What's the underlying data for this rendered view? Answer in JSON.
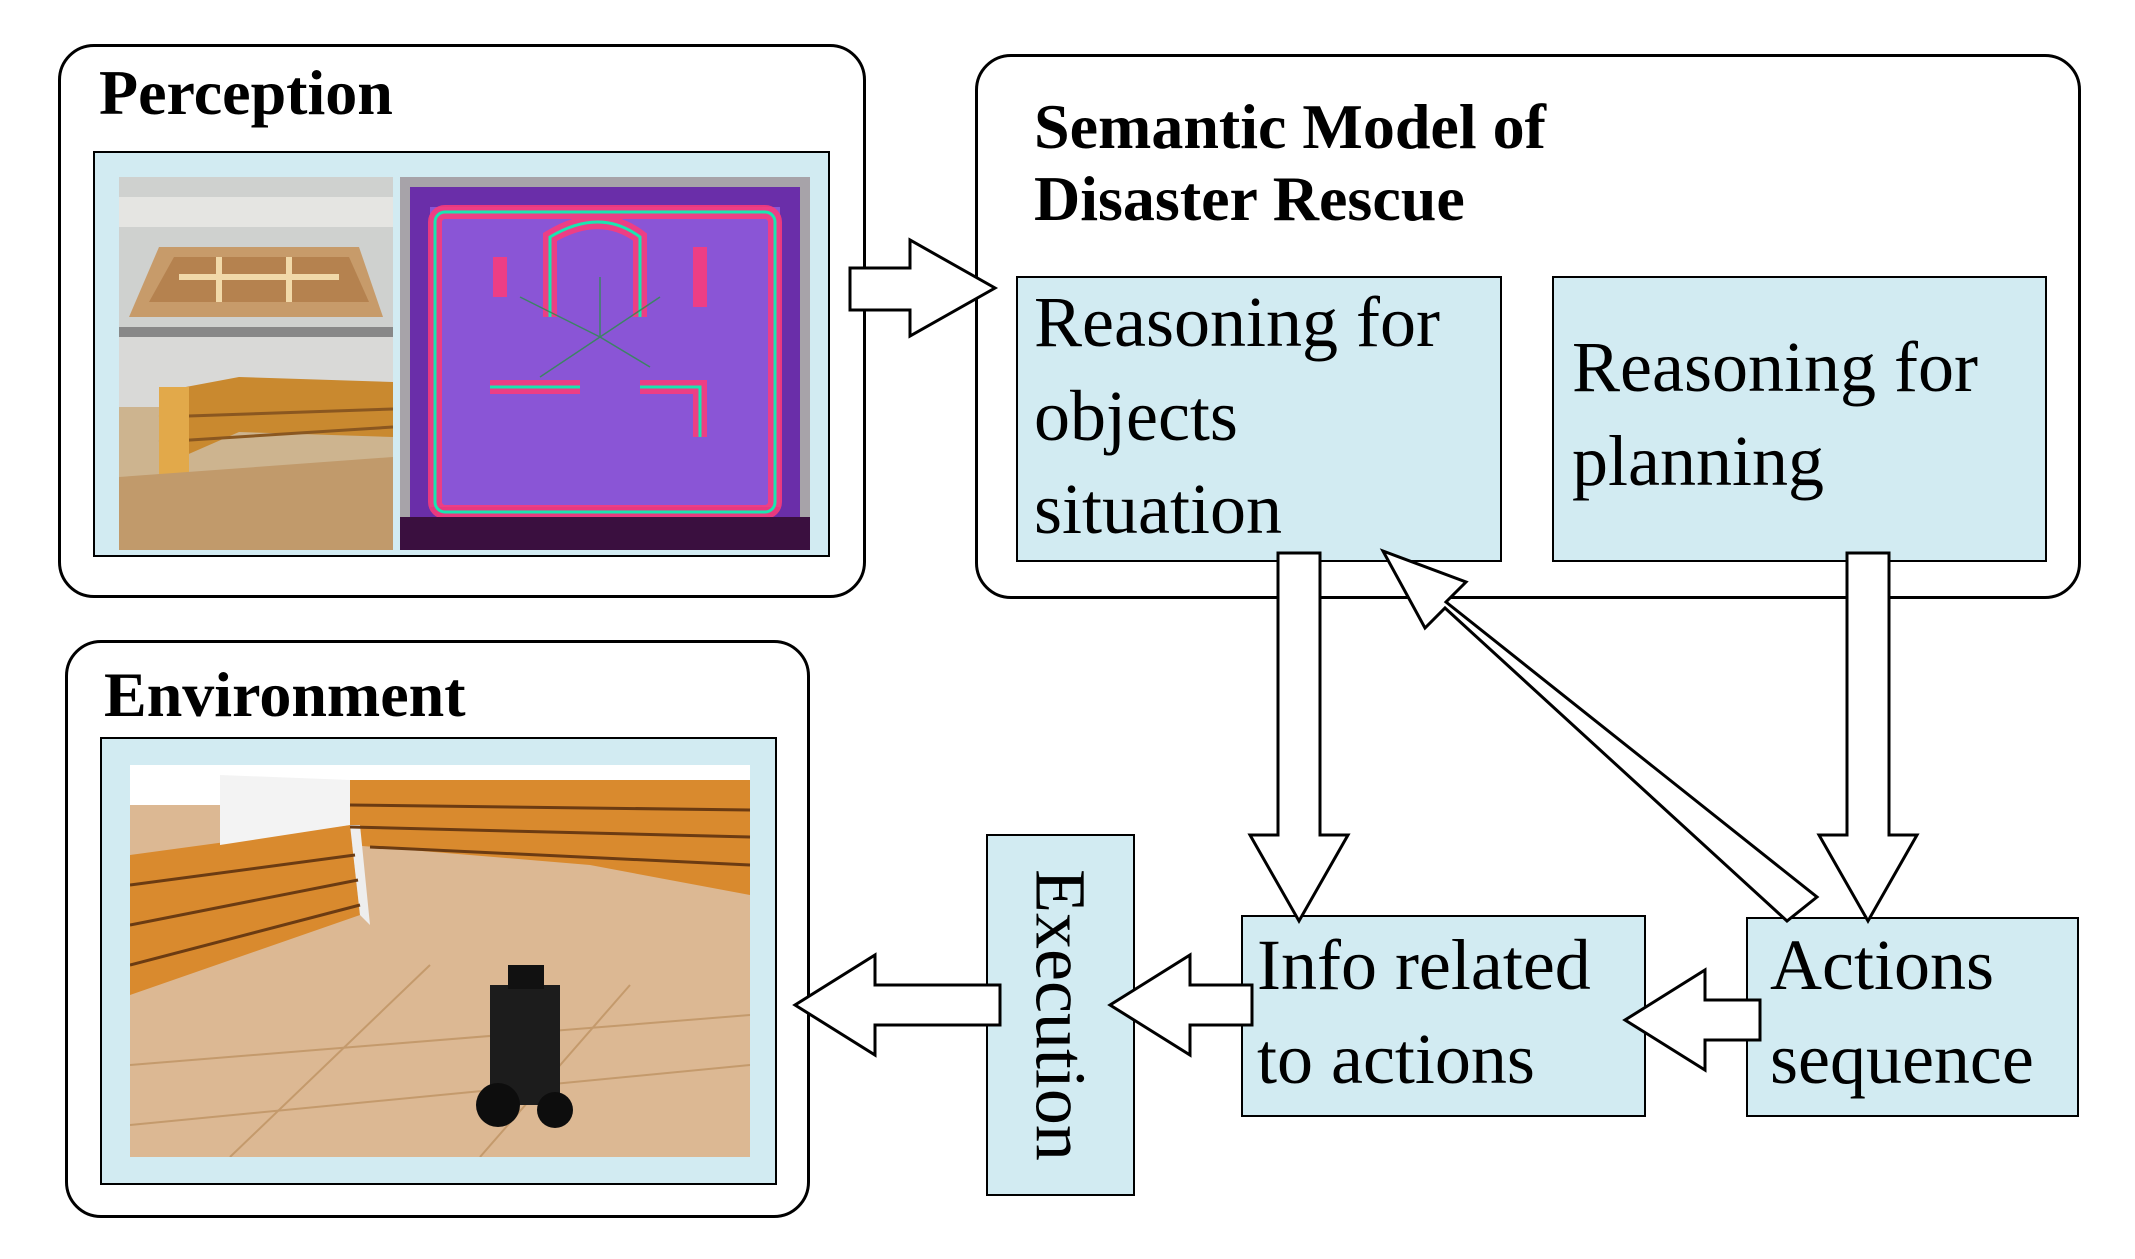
{
  "perception": {
    "title": "Perception"
  },
  "semantic_model": {
    "title": "Semantic Model of\nDisaster Rescue",
    "objects_box": "Reasoning for\nobjects\nsituation",
    "planning_box": "Reasoning for\nplanning"
  },
  "environment": {
    "title": "Environment"
  },
  "execution": "Execution",
  "info_box": "Info related\nto actions",
  "actions_box": "Actions\nsequence",
  "colors": {
    "box_fill": "#d2ebf2",
    "stroke": "#000000",
    "map_base": "#7a3cc8",
    "map_wall": "#ff3b78",
    "wood_floor": "#d8b48a",
    "brick": "#d98a2e"
  }
}
